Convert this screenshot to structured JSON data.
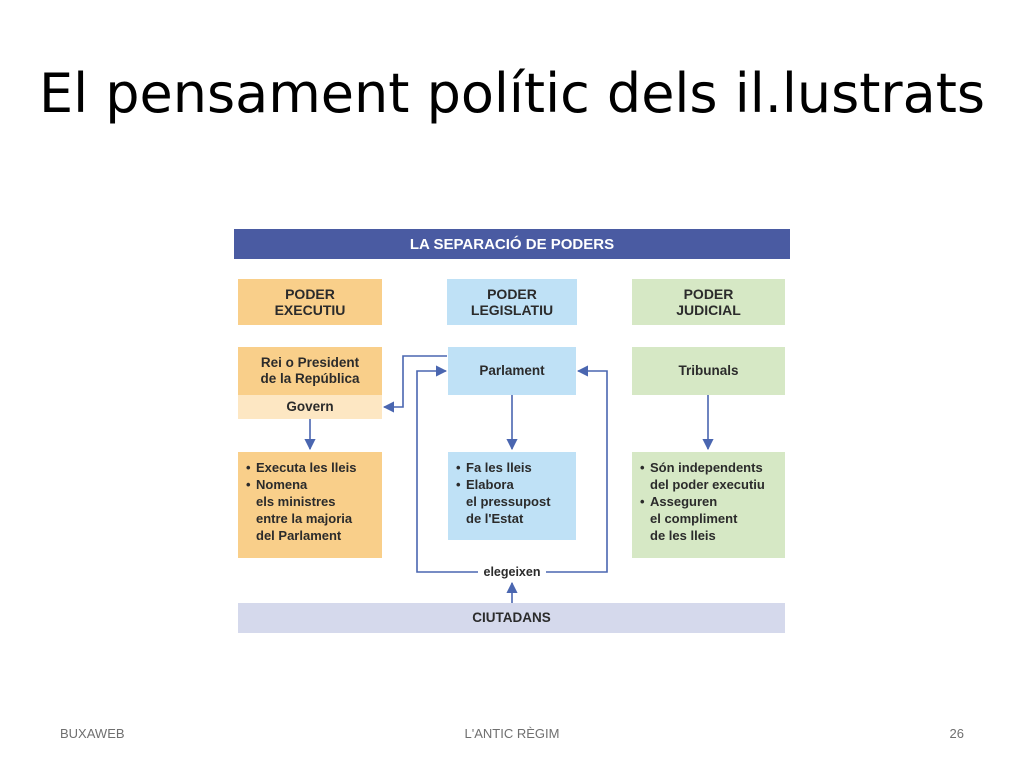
{
  "slide": {
    "title": "El pensament polític dels il.lustrats"
  },
  "diagram": {
    "header": "LA SEPARACIÓ DE PODERS",
    "executive": {
      "title": "PODER\nEXECUTIU",
      "head": "Rei o President\nde la República",
      "govern": "Govern",
      "items": [
        "Executa les lleis",
        "Nomena\nels ministres\nentre la majoria\ndel Parlament"
      ]
    },
    "legislative": {
      "title": "PODER\nLEGISLATIU",
      "body": "Parlament",
      "items": [
        "Fa les lleis",
        "Elabora\nel pressupost\nde l'Estat"
      ]
    },
    "judicial": {
      "title": "PODER\nJUDICIAL",
      "body": "Tribunals",
      "items": [
        "Són independents\ndel poder executiu",
        "Asseguren\nel compliment\nde les lleis"
      ]
    },
    "elect_label": "elegeixen",
    "citizens": "CIUTADANS",
    "colors": {
      "header": "#4a5ba2",
      "executive": "#f9cf8a",
      "executive_light": "#fde7c3",
      "legislative": "#bfe1f6",
      "judicial": "#d6e8c5",
      "citizens": "#d5d9ec",
      "arrow": "#4a66b0"
    }
  },
  "footer": {
    "left": "BUXAWEB",
    "center": "L'ANTIC RÈGIM",
    "right": "26"
  }
}
